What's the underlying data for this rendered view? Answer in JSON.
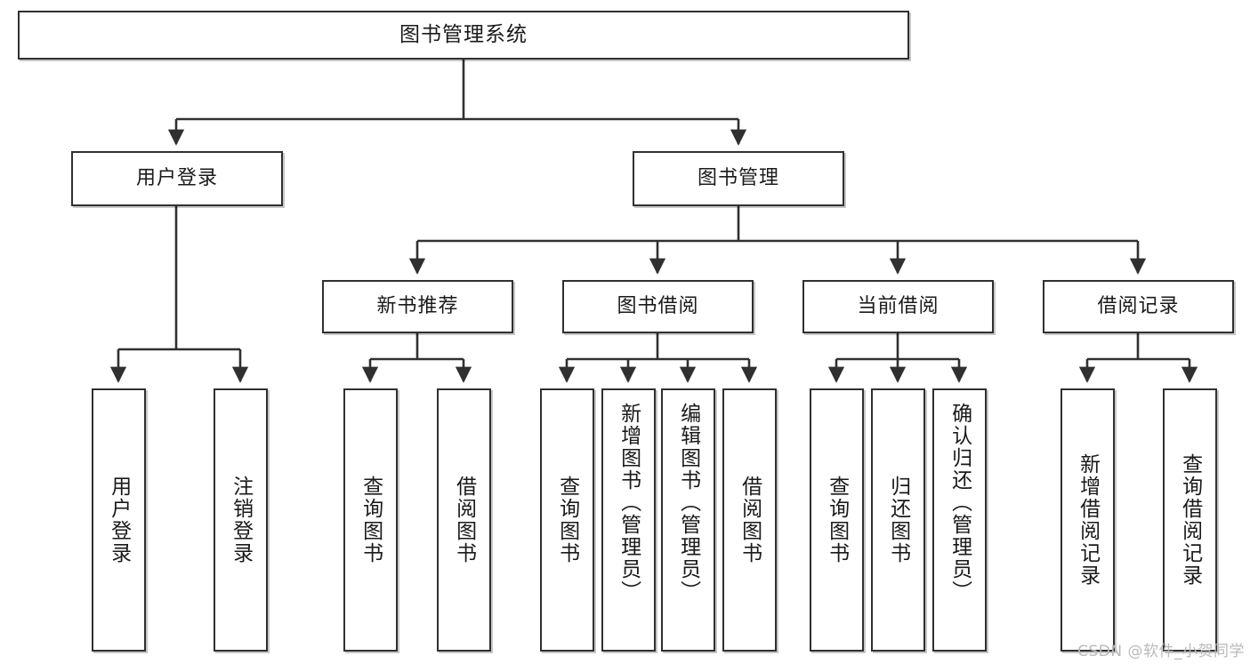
{
  "diagram": {
    "type": "tree",
    "title": "图书管理系统",
    "watermark": "CSDN @软件_小贺同学",
    "nodes": {
      "root": {
        "label": "图书管理系统"
      },
      "level2": [
        {
          "id": "user-login",
          "label": "用户登录"
        },
        {
          "id": "book-manage",
          "label": "图书管理"
        }
      ],
      "level3": [
        {
          "id": "new-book-rec",
          "label": "新书推荐"
        },
        {
          "id": "book-borrow",
          "label": "图书借阅"
        },
        {
          "id": "current-borrow",
          "label": "当前借阅"
        },
        {
          "id": "borrow-record",
          "label": "借阅记录"
        }
      ],
      "leaves": {
        "user_login": [
          {
            "id": "leaf-user-login",
            "label": "用户登录"
          },
          {
            "id": "leaf-logout",
            "label": "注销登录"
          }
        ],
        "new_book_rec": [
          {
            "id": "leaf-query-book-1",
            "label": "查询图书"
          },
          {
            "id": "leaf-borrow-book-1",
            "label": "借阅图书"
          }
        ],
        "book_borrow": [
          {
            "id": "leaf-query-book-2",
            "label": "查询图书"
          },
          {
            "id": "leaf-add-book",
            "label": "新增图书（管理员）"
          },
          {
            "id": "leaf-edit-book",
            "label": "编辑图书（管理员）"
          },
          {
            "id": "leaf-borrow-book-2",
            "label": "借阅图书"
          }
        ],
        "current_borrow": [
          {
            "id": "leaf-query-book-3",
            "label": "查询图书"
          },
          {
            "id": "leaf-return-book",
            "label": "归还图书"
          },
          {
            "id": "leaf-confirm-return",
            "label": "确认归还（管理员）"
          }
        ],
        "borrow_record": [
          {
            "id": "leaf-add-record",
            "label": "新增借阅记录"
          },
          {
            "id": "leaf-query-record",
            "label": "查询借阅记录"
          }
        ]
      }
    },
    "colors": {
      "border": "#303030",
      "fill": "#ffffff",
      "text": "#1a1a1a",
      "watermark": "#b9b9b9"
    }
  }
}
